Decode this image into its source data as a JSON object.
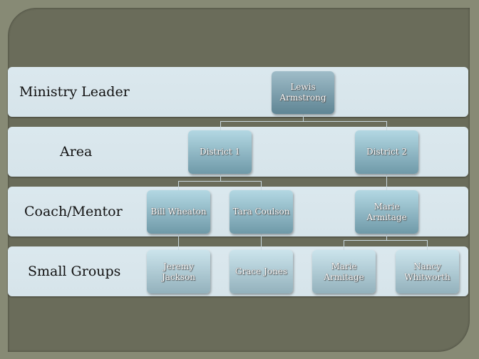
{
  "levels": [
    {
      "label": "Ministry Leader"
    },
    {
      "label": "Area"
    },
    {
      "label": "Coach/Mentor"
    },
    {
      "label": "Small Groups"
    }
  ],
  "nodes": {
    "leader": "Lewis Armstrong",
    "district1": "District 1",
    "district2": "District 2",
    "coach1": "Bill Wheaton",
    "coach2": "Tara Coulson",
    "coach3": "Marie Armitage",
    "group1": "Jeremy Jackson",
    "group2": "Grace Jones",
    "group3": "Marie Armitage",
    "group4": "Nancy Whitworth"
  }
}
